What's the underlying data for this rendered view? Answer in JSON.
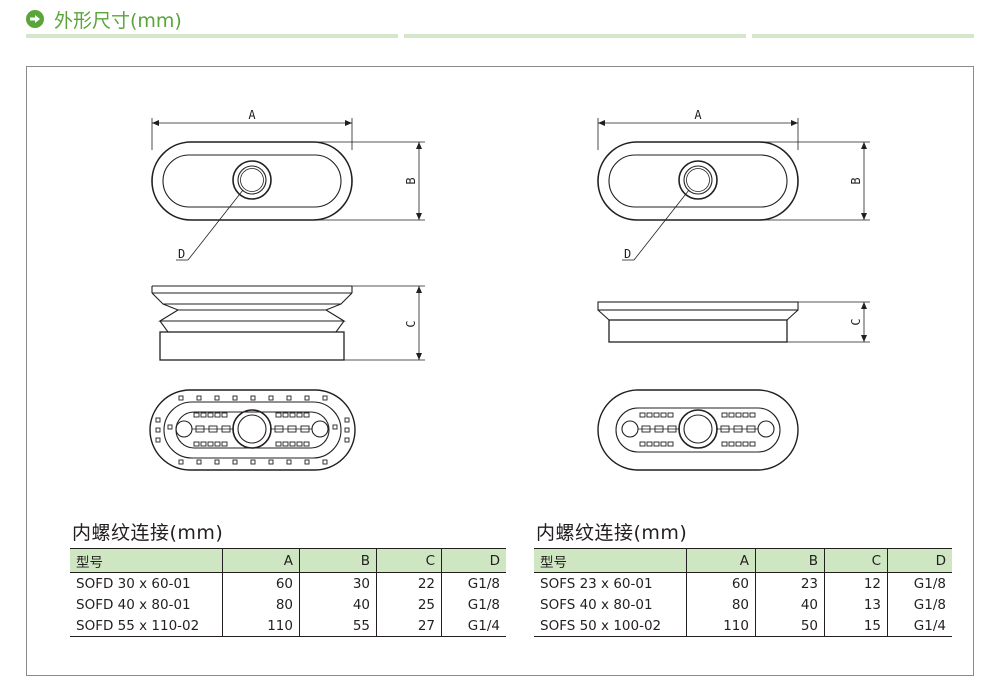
{
  "header": {
    "title": "外形尺寸(mm)",
    "icon": "arrow-circle-icon",
    "accent": "#5aa53a"
  },
  "drawing_labels": {
    "a": "A",
    "b": "B",
    "c": "C",
    "d": "D"
  },
  "tables": [
    {
      "title": "内螺纹连接(mm)",
      "columns": [
        "型号",
        "A",
        "B",
        "C",
        "D"
      ],
      "rows": [
        [
          "SOFD 30 x 60-01",
          "60",
          "30",
          "22",
          "G1/8"
        ],
        [
          "SOFD 40 x 80-01",
          "80",
          "40",
          "25",
          "G1/8"
        ],
        [
          "SOFD 55 x 110-02",
          "110",
          "55",
          "27",
          "G1/4"
        ]
      ]
    },
    {
      "title": "内螺纹连接(mm)",
      "columns": [
        "型号",
        "A",
        "B",
        "C",
        "D"
      ],
      "rows": [
        [
          "SOFS 23 x 60-01",
          "60",
          "23",
          "12",
          "G1/8"
        ],
        [
          "SOFS 40 x 80-01",
          "80",
          "40",
          "13",
          "G1/8"
        ],
        [
          "SOFS 50 x 100-02",
          "110",
          "50",
          "15",
          "G1/4"
        ]
      ]
    }
  ],
  "colors": {
    "header_fill": "#cfe6c3",
    "frame": "#8a8a8a"
  }
}
